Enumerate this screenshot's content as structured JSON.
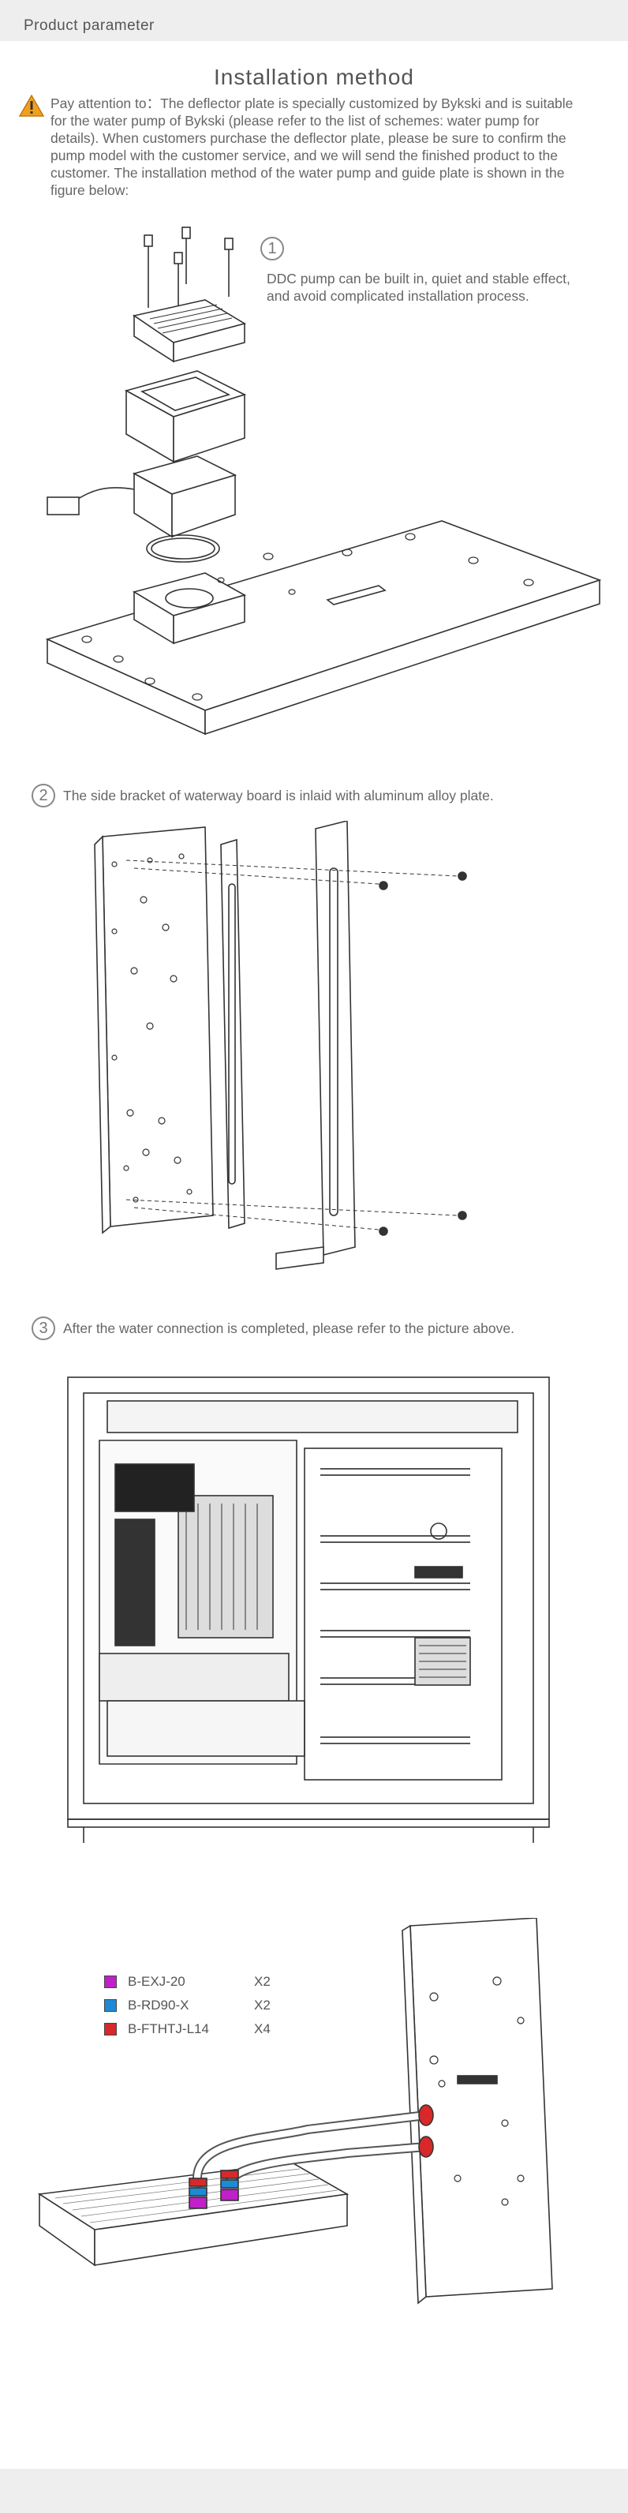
{
  "header": {
    "title": "Product parameter"
  },
  "section": {
    "title": "Installation method"
  },
  "notice": {
    "icon": "warning-icon",
    "lines": [
      "Pay attention to：The deflector plate is specially customized by Bykski and is suitable",
      "for the water pump of Bykski (please refer to the list of schemes: water pump for",
      "details). When customers purchase the deflector plate, please be sure to confirm the",
      "pump model with the customer service, and we will send the finished product to the",
      "customer. The installation method of the water pump and guide plate is shown in the",
      "figure below:"
    ]
  },
  "step1": {
    "number": "1",
    "lines": [
      "DDC pump can be built in, quiet and stable effect,",
      "and avoid complicated installation process."
    ]
  },
  "step2": {
    "number": "2",
    "text": "The side bracket of waterway board is inlaid with aluminum alloy plate."
  },
  "step3": {
    "number": "3",
    "text": "After the water connection is completed, please refer to the picture above."
  },
  "legend": [
    {
      "code": "B-EXJ-20",
      "qty": "X2",
      "color": "#c020c8"
    },
    {
      "code": "B-RD90-X",
      "qty": "X2",
      "color": "#1e8ad6"
    },
    {
      "code": "B-FTHTJ-L14",
      "qty": "X4",
      "color": "#d8282a"
    }
  ],
  "colors": {
    "header_bg": "#eeeeee",
    "line": "#333333",
    "accent_red": "#d8282a",
    "accent_blue": "#1e8ad6",
    "accent_magenta": "#c020c8"
  }
}
